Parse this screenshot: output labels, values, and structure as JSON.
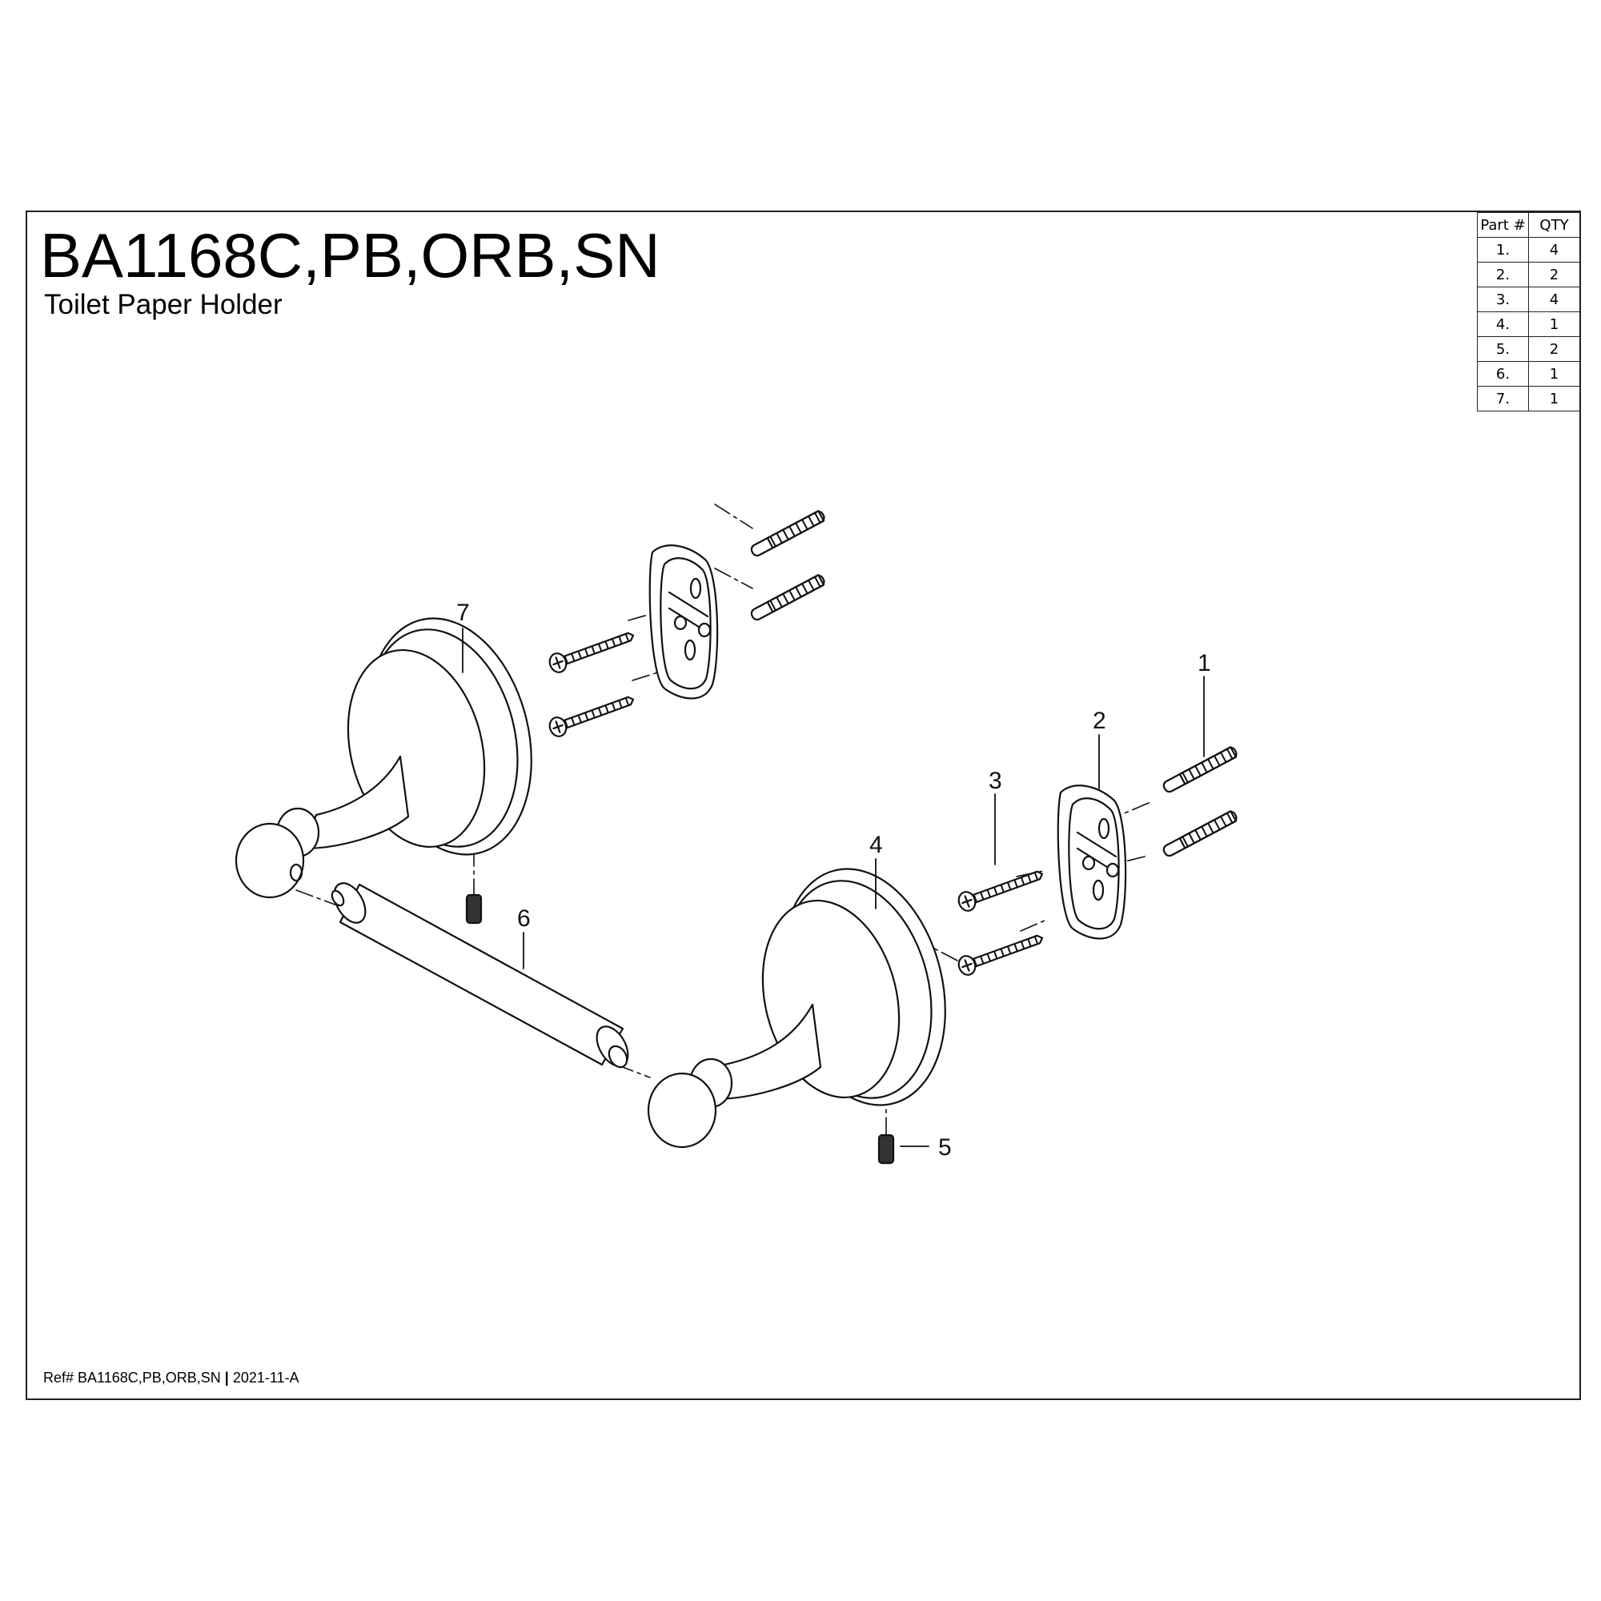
{
  "title": "BA1168C,PB,ORB,SN",
  "subtitle": "Toilet Paper Holder",
  "table": {
    "headers": [
      "Part #",
      "QTY"
    ],
    "rows": [
      {
        "part": "1.",
        "qty": "4"
      },
      {
        "part": "2.",
        "qty": "2"
      },
      {
        "part": "3.",
        "qty": "4"
      },
      {
        "part": "4.",
        "qty": "1"
      },
      {
        "part": "5.",
        "qty": "2"
      },
      {
        "part": "6.",
        "qty": "1"
      },
      {
        "part": "7.",
        "qty": "1"
      }
    ]
  },
  "callouts": {
    "c1": "1",
    "c2": "2",
    "c3": "3",
    "c4": "4",
    "c5": "5",
    "c6": "6",
    "c7": "7"
  },
  "footer": {
    "ref": "Ref# BA1168C,PB,ORB,SN",
    "separator": "|",
    "revision": "2021-11-A"
  }
}
